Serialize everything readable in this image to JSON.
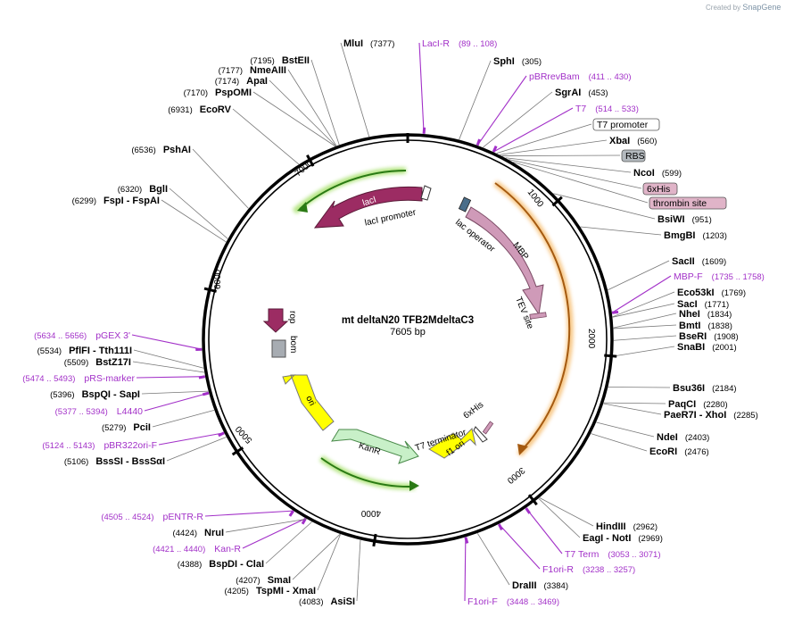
{
  "credit": {
    "prefix": "Created by",
    "brand": "SnapGene"
  },
  "plasmid": {
    "name": "mt deltaN20 TFB2MdeltaC3",
    "length_label": "7605 bp"
  },
  "ticks": [
    "1000",
    "2000",
    "3000",
    "4000",
    "5000",
    "6000",
    "7000"
  ],
  "labels": [
    {
      "kind": "site",
      "name": "MluI",
      "pos": "(7377)"
    },
    {
      "kind": "primer",
      "name": "LacI-R",
      "pos": "(89 .. 108)"
    },
    {
      "kind": "site",
      "name": "SphI",
      "pos": "(305)"
    },
    {
      "kind": "primer",
      "name": "pBRrevBam",
      "pos": "(411 .. 430)"
    },
    {
      "kind": "site",
      "name": "SgrAI",
      "pos": "(453)"
    },
    {
      "kind": "primer",
      "name": "T7",
      "pos": "(514 .. 533)"
    },
    {
      "kind": "feature",
      "name": "T7 promoter",
      "pos": ""
    },
    {
      "kind": "site",
      "name": "XbaI",
      "pos": "(560)"
    },
    {
      "kind": "feature",
      "name": "RBS",
      "pos": ""
    },
    {
      "kind": "site",
      "name": "NcoI",
      "pos": "(599)"
    },
    {
      "kind": "feature",
      "name": "6xHis",
      "pos": ""
    },
    {
      "kind": "feature",
      "name": "thrombin site",
      "pos": ""
    },
    {
      "kind": "site",
      "name": "BsiWI",
      "pos": "(951)"
    },
    {
      "kind": "site",
      "name": "BmgBI",
      "pos": "(1203)"
    },
    {
      "kind": "site",
      "name": "SacII",
      "pos": "(1609)"
    },
    {
      "kind": "primer",
      "name": "MBP-F",
      "pos": "(1735 .. 1758)"
    },
    {
      "kind": "site",
      "name": "Eco53kI",
      "pos": "(1769)"
    },
    {
      "kind": "site",
      "name": "SacI",
      "pos": "(1771)"
    },
    {
      "kind": "site",
      "name": "NheI",
      "pos": "(1834)"
    },
    {
      "kind": "site",
      "name": "BmtI",
      "pos": "(1838)"
    },
    {
      "kind": "site",
      "name": "BseRI",
      "pos": "(1908)"
    },
    {
      "kind": "site",
      "name": "SnaBI",
      "pos": "(2001)"
    },
    {
      "kind": "site",
      "name": "Bsu36I",
      "pos": "(2184)"
    },
    {
      "kind": "site",
      "name": "PaqCI",
      "pos": "(2280)"
    },
    {
      "kind": "site",
      "name": "PaeR7I - XhoI",
      "pos": "(2285)"
    },
    {
      "kind": "site",
      "name": "NdeI",
      "pos": "(2403)"
    },
    {
      "kind": "site",
      "name": "EcoRI",
      "pos": "(2476)"
    },
    {
      "kind": "site",
      "name": "HindIII",
      "pos": "(2962)"
    },
    {
      "kind": "site",
      "name": "EagI - NotI",
      "pos": "(2969)"
    },
    {
      "kind": "primer",
      "name": "T7 Term",
      "pos": "(3053 .. 3071)"
    },
    {
      "kind": "primer",
      "name": "F1ori-R",
      "pos": "(3238 .. 3257)"
    },
    {
      "kind": "site",
      "name": "DraIII",
      "pos": "(3384)"
    },
    {
      "kind": "primer",
      "name": "F1ori-F",
      "pos": "(3448 .. 3469)"
    },
    {
      "kind": "site",
      "name": "AsiSI",
      "pos": "(4083)"
    },
    {
      "kind": "site",
      "name": "TspMI - XmaI",
      "pos": "(4205)"
    },
    {
      "kind": "site",
      "name": "SmaI",
      "pos": "(4207)"
    },
    {
      "kind": "site",
      "name": "BspDI - ClaI",
      "pos": "(4388)"
    },
    {
      "kind": "primer",
      "name": "Kan-R",
      "pos": "(4421 .. 4440)"
    },
    {
      "kind": "site",
      "name": "NruI",
      "pos": "(4424)"
    },
    {
      "kind": "primer",
      "name": "pENTR-R",
      "pos": "(4505 .. 4524)"
    },
    {
      "kind": "site",
      "name": "BssSI - BssSαI",
      "pos": "(5106)"
    },
    {
      "kind": "primer",
      "name": "pBR322ori-F",
      "pos": "(5124 .. 5143)"
    },
    {
      "kind": "site",
      "name": "PciI",
      "pos": "(5279)"
    },
    {
      "kind": "primer",
      "name": "L4440",
      "pos": "(5377 .. 5394)"
    },
    {
      "kind": "site",
      "name": "BspQI - SapI",
      "pos": "(5396)"
    },
    {
      "kind": "primer",
      "name": "pRS-marker",
      "pos": "(5474 .. 5493)"
    },
    {
      "kind": "site",
      "name": "BstZ17I",
      "pos": "(5509)"
    },
    {
      "kind": "site",
      "name": "PflFI - Tth111I",
      "pos": "(5534)"
    },
    {
      "kind": "primer",
      "name": "pGEX 3'",
      "pos": "(5634 .. 5656)"
    },
    {
      "kind": "site",
      "name": "FspI - FspAI",
      "pos": "(6299)"
    },
    {
      "kind": "site",
      "name": "BglI",
      "pos": "(6320)"
    },
    {
      "kind": "site",
      "name": "PshAI",
      "pos": "(6536)"
    },
    {
      "kind": "site",
      "name": "EcoRV",
      "pos": "(6931)"
    },
    {
      "kind": "site",
      "name": "PspOMI",
      "pos": "(7170)"
    },
    {
      "kind": "site",
      "name": "ApaI",
      "pos": "(7174)"
    },
    {
      "kind": "site",
      "name": "NmeAIII",
      "pos": "(7177)"
    },
    {
      "kind": "site",
      "name": "BstEII",
      "pos": "(7195)"
    }
  ],
  "features": {
    "laci": "lacI",
    "laci_promoter": "lacI promoter",
    "lac_operator": "lac operator",
    "mbp": "MBP",
    "tev_site": "TEV site",
    "sixhis": "6xHis",
    "t7_terminator": "T7 terminator",
    "f1_ori": "f1 ori",
    "kanr": "KanR",
    "ori": "ori",
    "rop": "rop",
    "bom": "bom"
  },
  "colors": {
    "laci": "#9c2c63",
    "mbp": "#cf9ab8",
    "kanr": "#c8f0c8",
    "ori": "#ffff00",
    "f1_ori": "#ffff00",
    "primer": "#a230c8",
    "orf_glow_green": "#a6e06a",
    "orf_glow_orange": "#f7c27a",
    "feature_box_gray": "#b3b9be",
    "feature_box_pink": "#e0b4c8"
  }
}
